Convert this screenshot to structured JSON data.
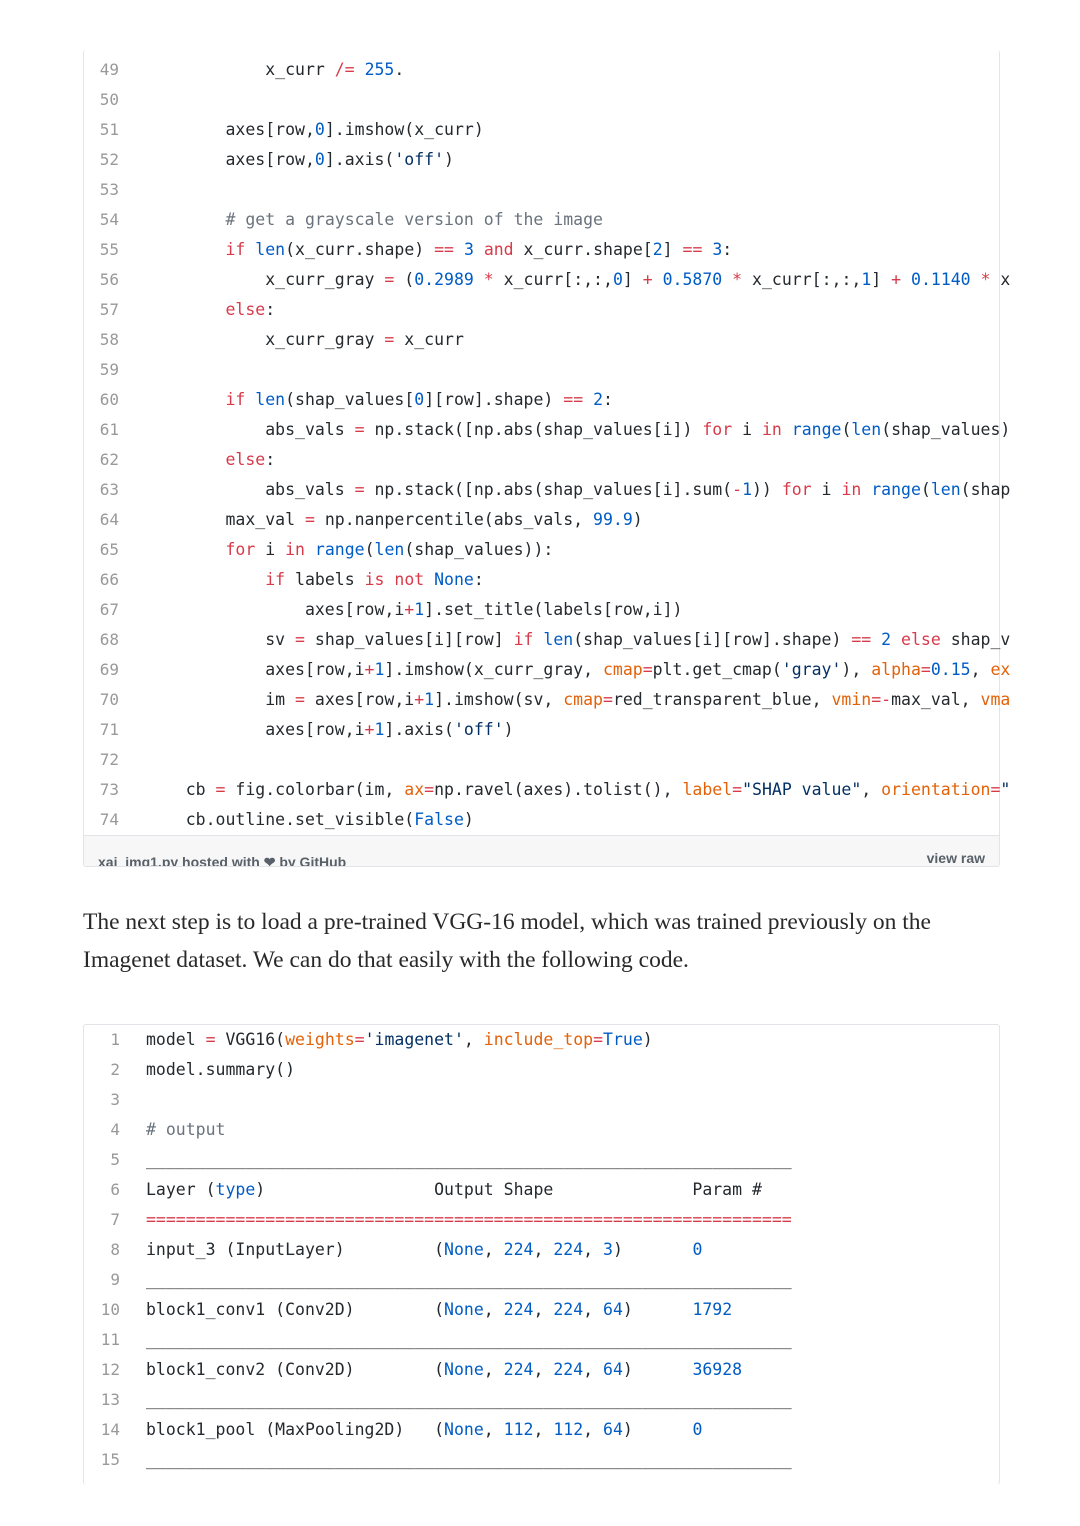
{
  "gist1": {
    "lines": [
      {
        "num": "49",
        "html": "            x_curr <span class=\"k\">/=</span> <span class=\"n\">255</span>."
      },
      {
        "num": "50",
        "html": ""
      },
      {
        "num": "51",
        "html": "        axes[row,<span class=\"n\">0</span>].imshow(x_curr)"
      },
      {
        "num": "52",
        "html": "        axes[row,<span class=\"n\">0</span>].axis(<span class=\"s\">'off'</span>)"
      },
      {
        "num": "53",
        "html": ""
      },
      {
        "num": "54",
        "html": "        <span class=\"c\"># get a grayscale version of the image</span>"
      },
      {
        "num": "55",
        "html": "        <span class=\"k\">if</span> <span class=\"n\">len</span>(x_curr.shape) <span class=\"k\">==</span> <span class=\"n\">3</span> <span class=\"k\">and</span> x_curr.shape[<span class=\"n\">2</span>] <span class=\"k\">==</span> <span class=\"n\">3</span>:"
      },
      {
        "num": "56",
        "html": "            x_curr_gray <span class=\"k\">=</span> (<span class=\"n\">0.2989</span> <span class=\"k\">*</span> x_curr[:,:,<span class=\"n\">0</span>] <span class=\"k\">+</span> <span class=\"n\">0.5870</span> <span class=\"k\">*</span> x_curr[:,:,<span class=\"n\">1</span>] <span class=\"k\">+</span> <span class=\"n\">0.1140</span> <span class=\"k\">*</span> x"
      },
      {
        "num": "57",
        "html": "        <span class=\"k\">else</span>:"
      },
      {
        "num": "58",
        "html": "            x_curr_gray <span class=\"k\">=</span> x_curr"
      },
      {
        "num": "59",
        "html": ""
      },
      {
        "num": "60",
        "html": "        <span class=\"k\">if</span> <span class=\"n\">len</span>(shap_values[<span class=\"n\">0</span>][row].shape) <span class=\"k\">==</span> <span class=\"n\">2</span>:"
      },
      {
        "num": "61",
        "html": "            abs_vals <span class=\"k\">=</span> np.stack([np.abs(shap_values[i]) <span class=\"k\">for</span> i <span class=\"k\">in</span> <span class=\"n\">range</span>(<span class=\"n\">len</span>(shap_values)"
      },
      {
        "num": "62",
        "html": "        <span class=\"k\">else</span>:"
      },
      {
        "num": "63",
        "html": "            abs_vals <span class=\"k\">=</span> np.stack([np.abs(shap_values[i].sum(<span class=\"k\">-</span><span class=\"n\">1</span>)) <span class=\"k\">for</span> i <span class=\"k\">in</span> <span class=\"n\">range</span>(<span class=\"n\">len</span>(shap"
      },
      {
        "num": "64",
        "html": "        max_val <span class=\"k\">=</span> np.nanpercentile(abs_vals, <span class=\"n\">99.9</span>)"
      },
      {
        "num": "65",
        "html": "        <span class=\"k\">for</span> i <span class=\"k\">in</span> <span class=\"n\">range</span>(<span class=\"n\">len</span>(shap_values)):"
      },
      {
        "num": "66",
        "html": "            <span class=\"k\">if</span> labels <span class=\"k\">is not</span> <span class=\"n\">None</span>:"
      },
      {
        "num": "67",
        "html": "                axes[row,i<span class=\"k\">+</span><span class=\"n\">1</span>].set_title(labels[row,i])"
      },
      {
        "num": "68",
        "html": "            sv <span class=\"k\">=</span> shap_values[i][row] <span class=\"k\">if</span> <span class=\"n\">len</span>(shap_values[i][row].shape) <span class=\"k\">==</span> <span class=\"n\">2</span> <span class=\"k\">else</span> shap_v"
      },
      {
        "num": "69",
        "html": "            axes[row,i<span class=\"k\">+</span><span class=\"n\">1</span>].imshow(x_curr_gray, <span class=\"p\">cmap</span><span class=\"k\">=</span>plt.get_cmap(<span class=\"s\">'gray'</span>), <span class=\"p\">alpha</span><span class=\"k\">=</span><span class=\"n\">0.15</span>, <span class=\"p\">ex</span>"
      },
      {
        "num": "70",
        "html": "            im <span class=\"k\">=</span> axes[row,i<span class=\"k\">+</span><span class=\"n\">1</span>].imshow(sv, <span class=\"p\">cmap</span><span class=\"k\">=</span>red_transparent_blue, <span class=\"p\">vmin</span><span class=\"k\">=-</span>max_val, <span class=\"p\">vma</span>"
      },
      {
        "num": "71",
        "html": "            axes[row,i<span class=\"k\">+</span><span class=\"n\">1</span>].axis(<span class=\"s\">'off'</span>)"
      },
      {
        "num": "72",
        "html": ""
      },
      {
        "num": "73",
        "html": "    cb <span class=\"k\">=</span> fig.colorbar(im, <span class=\"p\">ax</span><span class=\"k\">=</span>np.ravel(axes).tolist(), <span class=\"p\">label</span><span class=\"k\">=</span><span class=\"s\">\"SHAP value\"</span>, <span class=\"p\">orientation</span><span class=\"k\">=</span><span class=\"s\">\"</span>"
      },
      {
        "num": "74",
        "html": "    cb.outline.set_visible(<span class=\"n\">False</span>)"
      }
    ],
    "footer_left": "xai_img1.py hosted with ❤ by GitHub",
    "footer_right": "view raw"
  },
  "paragraph": "The next step is to load a pre-trained VGG-16 model, which was trained previously on the Imagenet dataset. We can do that easily with the following code.",
  "gist2": {
    "lines": [
      {
        "num": "1",
        "html": "model <span class=\"k\">=</span> VGG16(<span class=\"p\">weights</span><span class=\"k\">=</span><span class=\"s\">'imagenet'</span>, <span class=\"p\">include_top</span><span class=\"k\">=</span><span class=\"n\">True</span>)"
      },
      {
        "num": "2",
        "html": "model.summary()"
      },
      {
        "num": "3",
        "html": ""
      },
      {
        "num": "4",
        "html": "<span class=\"c\"># output</span>"
      },
      {
        "num": "5",
        "html": "_________________________________________________________________"
      },
      {
        "num": "6",
        "html": "Layer (<span class=\"n\">type</span>)                 Output Shape              Param #"
      },
      {
        "num": "7",
        "html": "<span class=\"k\">=================================================================</span>"
      },
      {
        "num": "8",
        "html": "input_3 (InputLayer)         (<span class=\"n\">None</span>, <span class=\"n\">224</span>, <span class=\"n\">224</span>, <span class=\"n\">3</span>)       <span class=\"n\">0</span>"
      },
      {
        "num": "9",
        "html": "_________________________________________________________________"
      },
      {
        "num": "10",
        "html": "block1_conv1 (Conv2D)        (<span class=\"n\">None</span>, <span class=\"n\">224</span>, <span class=\"n\">224</span>, <span class=\"n\">64</span>)      <span class=\"n\">1792</span>"
      },
      {
        "num": "11",
        "html": "_________________________________________________________________"
      },
      {
        "num": "12",
        "html": "block1_conv2 (Conv2D)        (<span class=\"n\">None</span>, <span class=\"n\">224</span>, <span class=\"n\">224</span>, <span class=\"n\">64</span>)      <span class=\"n\">36928</span>"
      },
      {
        "num": "13",
        "html": "_________________________________________________________________"
      },
      {
        "num": "14",
        "html": "block1_pool (MaxPooling2D)   (<span class=\"n\">None</span>, <span class=\"n\">112</span>, <span class=\"n\">112</span>, <span class=\"n\">64</span>)      <span class=\"n\">0</span>"
      },
      {
        "num": "15",
        "html": "_________________________________________________________________"
      }
    ]
  }
}
